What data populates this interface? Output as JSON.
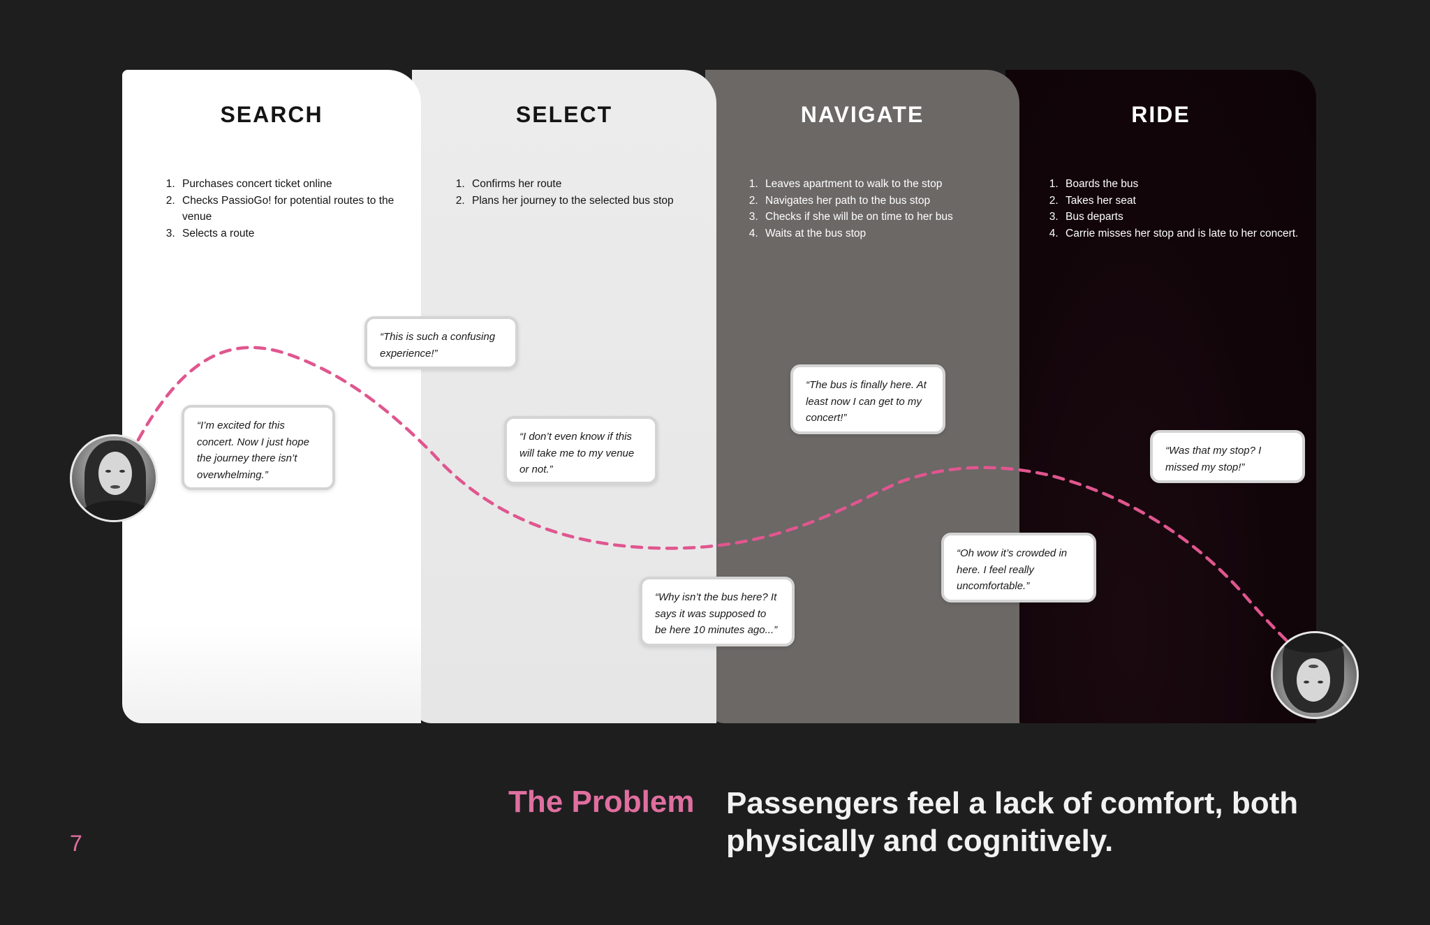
{
  "columns": [
    {
      "title": "SEARCH",
      "steps": [
        "Purchases concert ticket online",
        "Checks PassioGo! for potential routes to the venue",
        "Selects a route"
      ]
    },
    {
      "title": "SELECT",
      "steps": [
        "Confirms her route",
        "Plans her journey to the selected bus stop"
      ]
    },
    {
      "title": "NAVIGATE",
      "steps": [
        "Leaves apartment to walk to the stop",
        "Navigates her path to the bus stop",
        "Checks if she will be on time to her bus",
        "Waits at the bus stop"
      ]
    },
    {
      "title": "RIDE",
      "steps": [
        "Boards the bus",
        "Takes her seat",
        "Bus departs",
        "Carrie misses her stop and is late to her concert."
      ]
    }
  ],
  "quotes": {
    "excited": "“I’m excited for this concert. Now I just hope the journey there isn’t overwhelming.”",
    "confusing": "“This is such a confusing experience!”",
    "dont_know": "“I don’t even know if this will take me to my venue or not.”",
    "why_bus": "“Why isn’t the bus here? It says it was supposed to be here 10 minutes ago...”",
    "bus_here": "“The bus is finally here. At least now I can get to my concert!”",
    "crowded": "“Oh wow it’s crowded in here. I feel really uncomfortable.”",
    "my_stop": "“Was that my stop? I missed my stop!”"
  },
  "footer": {
    "page_number": "7",
    "label": "The Problem",
    "statement": "Passengers feel a lack of comfort, both physically and cognitively."
  },
  "colors": {
    "accent_pink": "#e06fa0",
    "journey_line": "#e0568f",
    "background": "#1e1e1f"
  },
  "icons": {
    "avatar_start": "user-avatar-happy",
    "avatar_end": "user-avatar-upset"
  }
}
